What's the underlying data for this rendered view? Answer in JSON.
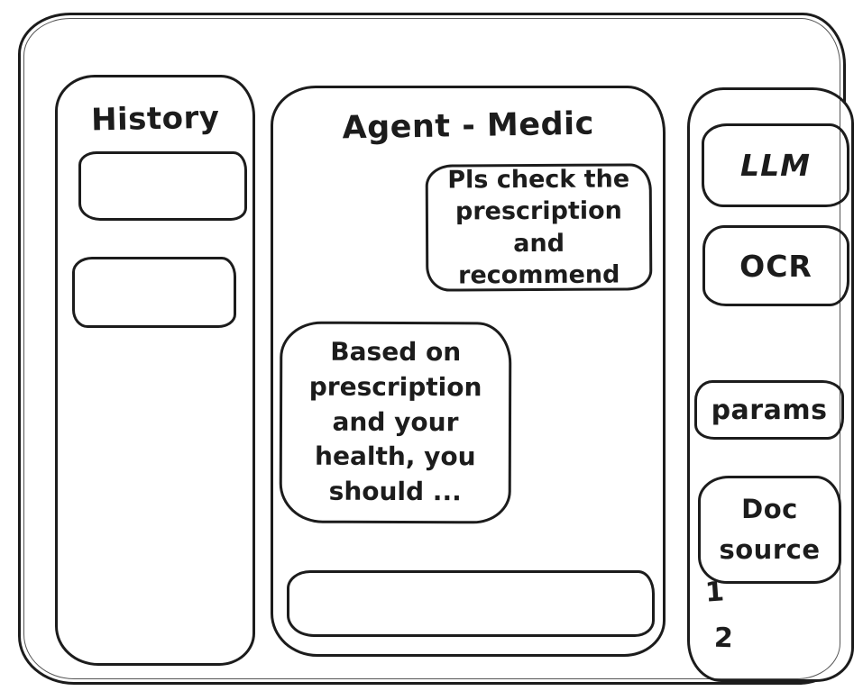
{
  "colors": {
    "ink": "#1c1c1c",
    "surface": "#ffffff"
  },
  "history_panel": {
    "title": "History",
    "items": [
      {
        "label": ""
      },
      {
        "label": ""
      }
    ]
  },
  "chat_panel": {
    "title": "Agent - Medic",
    "messages": [
      {
        "role": "user",
        "text": "Pls check the prescription and recommend"
      },
      {
        "role": "assistant",
        "text": "Based on prescription and your health, you should ..."
      }
    ],
    "input": {
      "value": "",
      "placeholder": ""
    }
  },
  "tools_panel": {
    "buttons": [
      {
        "label": "LLM"
      },
      {
        "label": "OCR"
      },
      {
        "label": "params"
      },
      {
        "label": "Doc source"
      }
    ],
    "doc_source_items": [
      "1",
      "2"
    ]
  }
}
